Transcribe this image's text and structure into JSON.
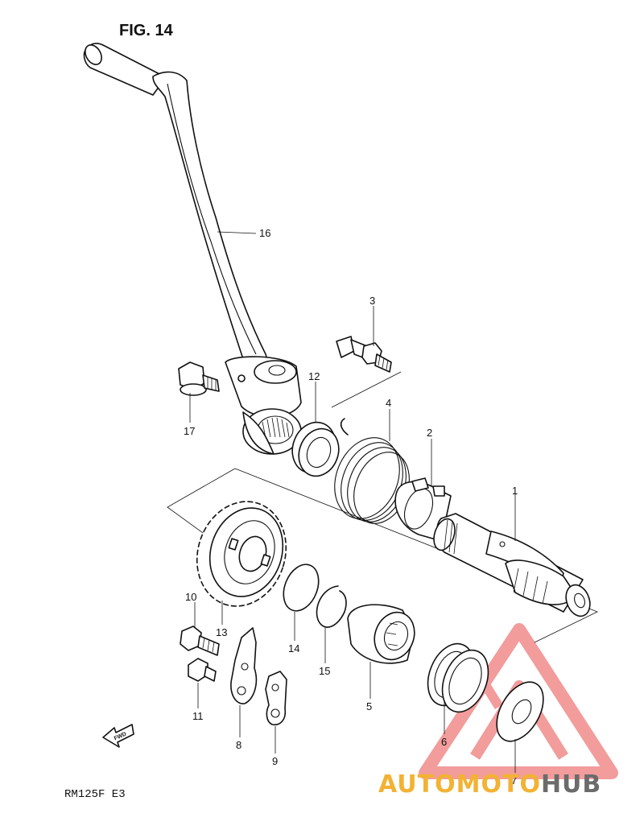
{
  "figure_title": "FIG. 14",
  "model_code": "RM125F  E3",
  "fwd_label": "FWD",
  "watermark": {
    "part1": "AUTOMOTO",
    "part2": "HUB",
    "color_primary": "#f08b8b",
    "color_gold": "#f2b233",
    "color_grey": "#6b6b6b"
  },
  "callouts": [
    "1",
    "2",
    "3",
    "4",
    "5",
    "6",
    "7",
    "8",
    "9",
    "10",
    "11",
    "12",
    "13",
    "14",
    "15",
    "16",
    "17"
  ]
}
